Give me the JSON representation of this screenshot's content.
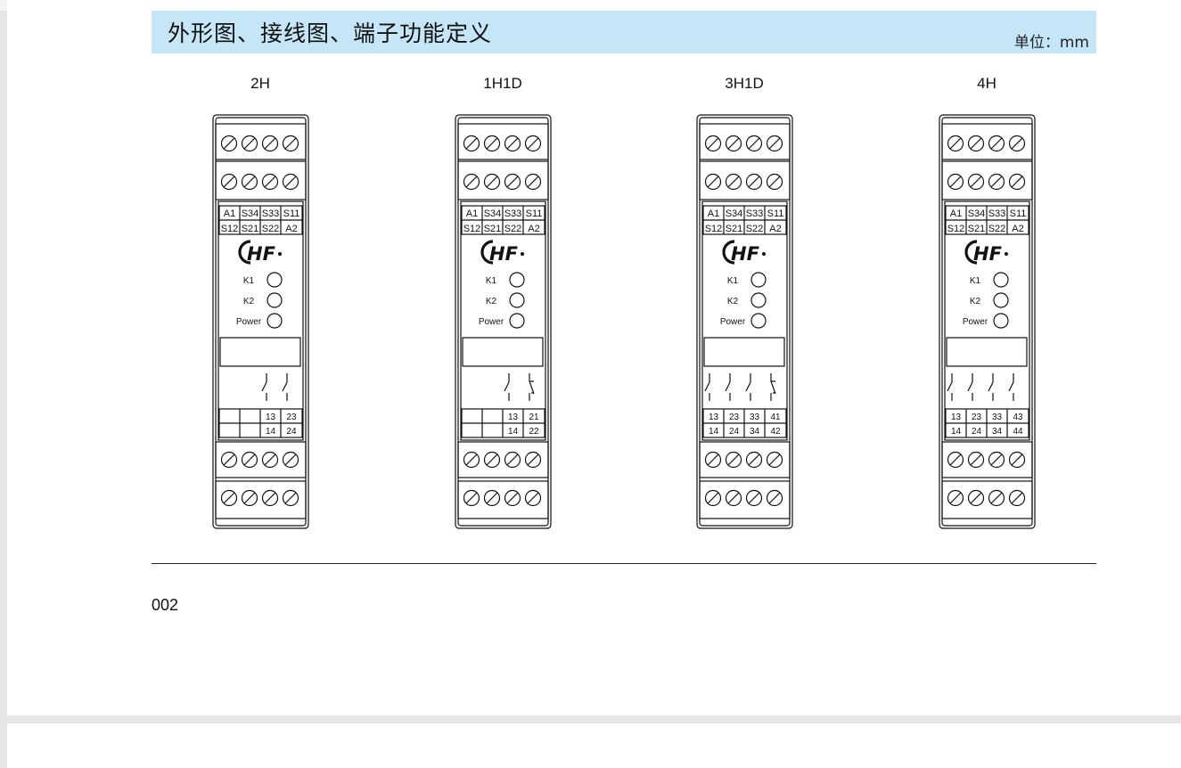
{
  "header": {
    "title": "外形图、接线图、端子功能定义",
    "unit": "单位：mm"
  },
  "models": [
    {
      "id": "2H",
      "label": "2H",
      "contacts": [
        "",
        "",
        "no",
        "no"
      ],
      "terminals_top": [
        "",
        "",
        "13",
        "23"
      ],
      "terminals_bottom": [
        "",
        "",
        "14",
        "24"
      ]
    },
    {
      "id": "1H1D",
      "label": "1H1D",
      "contacts": [
        "",
        "",
        "no",
        "nc"
      ],
      "terminals_top": [
        "",
        "",
        "13",
        "21"
      ],
      "terminals_bottom": [
        "",
        "",
        "14",
        "22"
      ]
    },
    {
      "id": "3H1D",
      "label": "3H1D",
      "contacts": [
        "no",
        "no",
        "no",
        "nc"
      ],
      "terminals_top": [
        "13",
        "23",
        "33",
        "41"
      ],
      "terminals_bottom": [
        "14",
        "24",
        "34",
        "42"
      ]
    },
    {
      "id": "4H",
      "label": "4H",
      "contacts": [
        "no",
        "no",
        "no",
        "no"
      ],
      "terminals_top": [
        "13",
        "23",
        "33",
        "43"
      ],
      "terminals_bottom": [
        "14",
        "24",
        "34",
        "44"
      ]
    }
  ],
  "terminal_labels": {
    "row1": [
      "A1",
      "S34",
      "S33",
      "S11"
    ],
    "row2": [
      "S12",
      "S21",
      "S22",
      "A2"
    ]
  },
  "logo_text": "HF",
  "indicators": [
    "K1",
    "K2",
    "Power"
  ],
  "page_number": "002"
}
